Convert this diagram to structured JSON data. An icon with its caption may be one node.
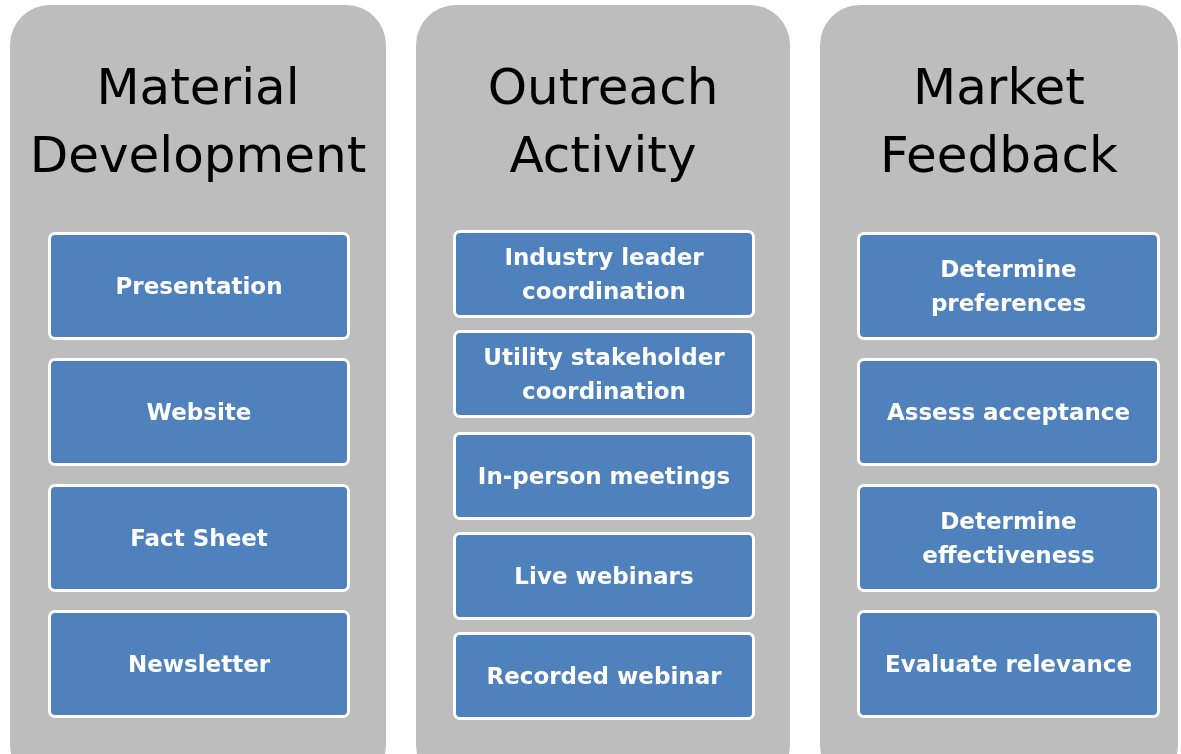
{
  "diagram": {
    "nodes": [
      {
        "text": [
          "Material Development"
        ]
      },
      {
        "text": [
          "Presentation"
        ],
        "in": 0
      },
      {
        "text": [
          "Website"
        ],
        "in": 0
      },
      {
        "text": [
          "Fact Sheet"
        ],
        "in": 0
      },
      {
        "text": [
          "Newsletter"
        ],
        "in": 0
      },
      {
        "text": [
          "Outreach Activity"
        ]
      },
      {
        "text": [
          "Industry leader coordination"
        ],
        "in": 5
      },
      {
        "text": [
          "Utility stakeholder coordination"
        ],
        "in": 5
      },
      {
        "text": [
          "In-person meetings"
        ],
        "in": 5
      },
      {
        "text": [
          "Live webinars"
        ],
        "in": 5
      },
      {
        "text": [
          "Recorded webinar"
        ],
        "in": 5
      },
      {
        "text": [
          "Market Feedback"
        ]
      },
      {
        "text": [
          "Determine preferences"
        ],
        "in": 11
      },
      {
        "text": [
          "Assess acceptance"
        ],
        "in": 11
      },
      {
        "text": [
          "Determine effectiveness"
        ],
        "in": 11
      },
      {
        "text": [
          "Evaluate relevance"
        ],
        "in": 11
      }
    ]
  }
}
